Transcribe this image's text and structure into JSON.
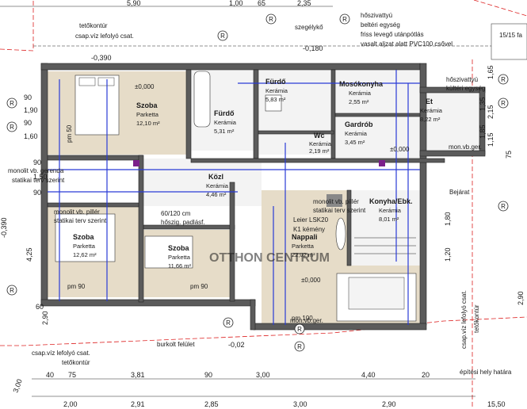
{
  "dims_top": [
    "5,90",
    "1,00",
    "65",
    "2,35"
  ],
  "dims_bottom_1": [
    "40",
    "75",
    "3,81",
    "90",
    "3,00",
    "4,40",
    "20"
  ],
  "dims_bottom_2": [
    "2,00",
    "2,91",
    "2,85",
    "3,00",
    "2,90",
    "15,50"
  ],
  "dims_left": [
    "90",
    "1,90",
    "90",
    "1,60",
    "4,25",
    "90",
    "1,50",
    "90",
    "60",
    "2,90"
  ],
  "dims_right": [
    "1,65",
    "2,15",
    "1,35",
    "1,85",
    "1,15",
    "75",
    "1,80",
    "1,20",
    "2,90"
  ],
  "levels": {
    "top_left": "-0,390",
    "top_mid": "-0,180",
    "left": "-0,390",
    "bottom": "-0,02",
    "zero": "±0,000"
  },
  "rooms": [
    {
      "name": "Szoba",
      "floor": "Parketta",
      "area": "12,10 m²"
    },
    {
      "name": "Fürdő",
      "floor": "Kerámia",
      "area": "5,31 m²"
    },
    {
      "name": "Fürdő",
      "floor": "Kerámia",
      "area": "5,83 m²"
    },
    {
      "name": "Mosókonyha",
      "floor": "Kerámia",
      "area": "2,55 m²"
    },
    {
      "name": "Et",
      "floor": "Kerámia",
      "area": "8,22 m²"
    },
    {
      "name": "Wc",
      "floor": "Kerámia",
      "area": "2,19 m²"
    },
    {
      "name": "Gardrób",
      "floor": "Kerámia",
      "area": "3,45 m²"
    },
    {
      "name": "Közl",
      "floor": "Kerámia",
      "area": "4,46 m²"
    },
    {
      "name": "Szoba",
      "floor": "Parketta",
      "area": "12,62 m²"
    },
    {
      "name": "Szoba",
      "floor": "Parketta",
      "area": "11,66 m²"
    },
    {
      "name": "Nappali",
      "floor": "Parketta",
      "area": "22,02 m²"
    },
    {
      "name": "Konyha/Ebk.",
      "floor": "Kerámia",
      "area": "8,01 m²"
    }
  ],
  "annotations": {
    "tetokontur": "tetőkontúr",
    "csap_viz": "csap.víz lefolyó csat.",
    "szegelyko": "szegélykő",
    "hoszivattyu_1": "hőszivattyú",
    "hoszivattyu_2": "beltéri egység",
    "hoszivattyu_3": "friss levegő utánpótlás",
    "hoszivattyu_4": "vasalt aljzat alatt PVC100 csővel",
    "hoszivattyu_kulteri_1": "hőszivattyú",
    "hoszivattyu_kulteri_2": "kültéri egység",
    "monolit_1": "monolit vb. gerenda",
    "monolit_2": "statikai terv szerint",
    "monolit_3": "monolit vb. pillér",
    "monolit_4": "statikai terv szerint",
    "monolit_5": "monolit vb. pillér",
    "monolit_6": "statikai terv szerint",
    "hoszig": "60/120 cm",
    "hoszig_2": "hőszig. padlásf.",
    "leier": "Leier LSK20",
    "kemeny": "K1 kémény",
    "bejarat": "Bejárat",
    "burkolt": "burkolt felület",
    "epitesi": "építési hely határa",
    "mon_vb": "mon.vb.ger.",
    "tetokontur_right": "csap.víz lefolyó csat.",
    "tetokontur_right2": "tetőkontúr",
    "corner": "15/15 fa",
    "watermark": "OTTHON CENTRUM",
    "pm90": "pm 90",
    "pm50": "pm 50",
    "pm100": "pm 100"
  },
  "axis_label": "R",
  "level_3": "3,00"
}
